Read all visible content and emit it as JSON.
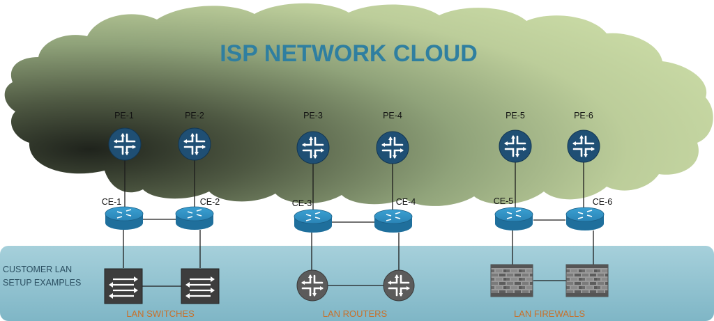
{
  "cloud": {
    "title": "ISP NETWORK CLOUD"
  },
  "pe": [
    "PE-1",
    "PE-2",
    "PE-3",
    "PE-4",
    "PE-5",
    "PE-6"
  ],
  "ce": [
    "CE-1",
    "CE-2",
    "CE-3",
    "CE-4",
    "CE-5",
    "CE-6"
  ],
  "customer": {
    "title_line1": "CUSTOMER LAN",
    "title_line2": "SETUP EXAMPLES",
    "groups": [
      "LAN SWITCHES",
      "LAN ROUTERS",
      "LAN FIREWALLS"
    ]
  },
  "colors": {
    "cloud_light": "#c4d6a0",
    "cloud_dark": "#2b3126",
    "title": "#2f7fa0",
    "pe_router": "#1f4f74",
    "ce_router": "#2a84b6",
    "lan_band": "#8ec2d0",
    "group_label": "#c8702a",
    "lan_switch": "#3d3d3d",
    "lan_router": "#5b5b5b",
    "firewall": "#6b6b6b"
  }
}
